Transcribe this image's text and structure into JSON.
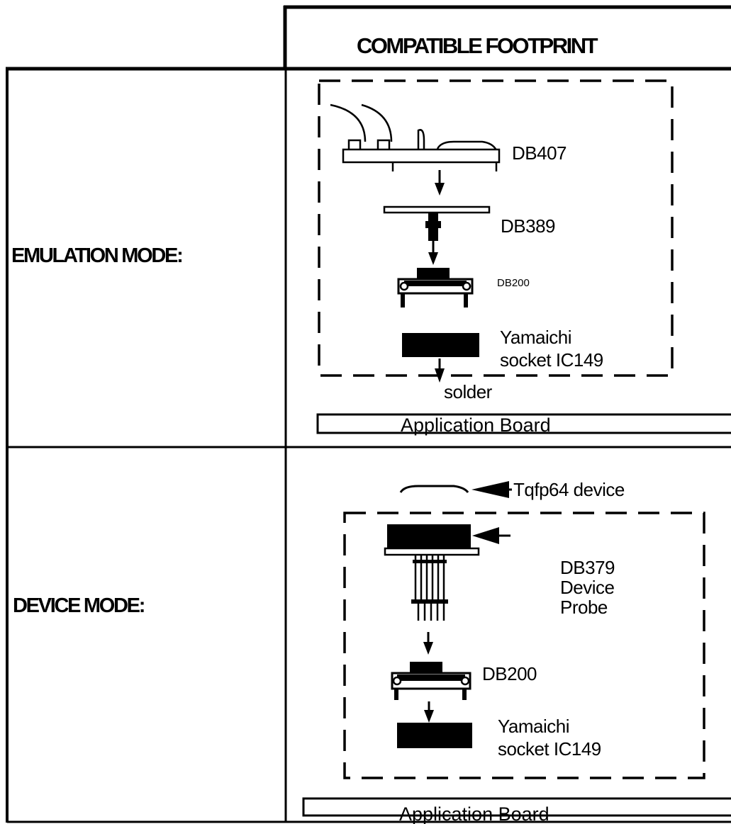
{
  "header": {
    "column_title": "COMPATIBLE FOOTPRINT"
  },
  "rows": {
    "emulation": {
      "mode_label": "EMULATION MODE:",
      "components": {
        "db407": "DB407",
        "db389": "DB389",
        "db200": "DB200",
        "socket_line1": "Yamaichi",
        "socket_line2": "socket IC149",
        "solder": "solder"
      },
      "board_label": "Application Board"
    },
    "device": {
      "mode_label": "DEVICE MODE:",
      "components": {
        "tqfp": "Tqfp64 device",
        "probe_line1": "DB379",
        "probe_line2": "Device",
        "probe_line3": "Probe",
        "db200": "DB200",
        "socket_line1": "Yamaichi",
        "socket_line2": "socket IC149"
      },
      "board_label": "Application Board"
    }
  },
  "colors": {
    "ink": "#000000",
    "paper": "#ffffff"
  }
}
